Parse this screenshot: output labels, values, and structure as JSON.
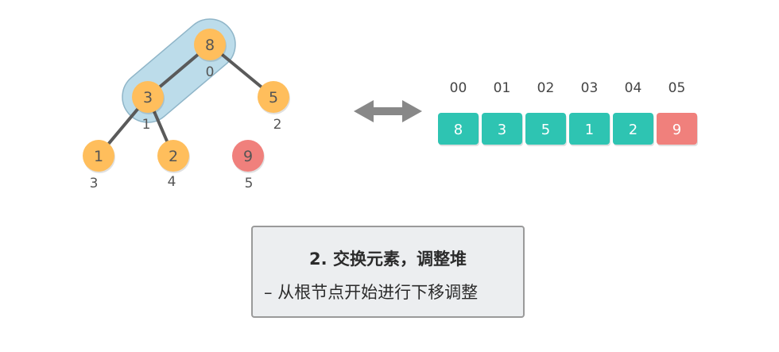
{
  "tree": {
    "nodes": [
      {
        "value": "8",
        "index": "0",
        "color": "#ffbe5c"
      },
      {
        "value": "3",
        "index": "1",
        "color": "#ffbe5c"
      },
      {
        "value": "5",
        "index": "2",
        "color": "#ffbe5c"
      },
      {
        "value": "1",
        "index": "3",
        "color": "#ffbe5c"
      },
      {
        "value": "2",
        "index": "4",
        "color": "#ffbe5c"
      },
      {
        "value": "9",
        "index": "5",
        "color": "#f0807c"
      }
    ],
    "edges": [
      [
        0,
        1
      ],
      [
        0,
        2
      ],
      [
        1,
        3
      ],
      [
        1,
        4
      ]
    ],
    "highlight_edge": [
      0,
      1
    ],
    "highlight_color": "#bcdcea"
  },
  "array": {
    "indices": [
      "00",
      "01",
      "02",
      "03",
      "04",
      "05"
    ],
    "cells": [
      {
        "value": "8",
        "color": "#2ec4b2"
      },
      {
        "value": "3",
        "color": "#2ec4b2"
      },
      {
        "value": "5",
        "color": "#2ec4b2"
      },
      {
        "value": "1",
        "color": "#2ec4b2"
      },
      {
        "value": "2",
        "color": "#2ec4b2"
      },
      {
        "value": "9",
        "color": "#f0807c"
      }
    ]
  },
  "arrow": {
    "icon": "double-arrow-icon",
    "color": "#888888"
  },
  "caption": {
    "title": "2. 交换元素，调整堆",
    "subtitle": "– 从根节点开始进行下移调整"
  }
}
